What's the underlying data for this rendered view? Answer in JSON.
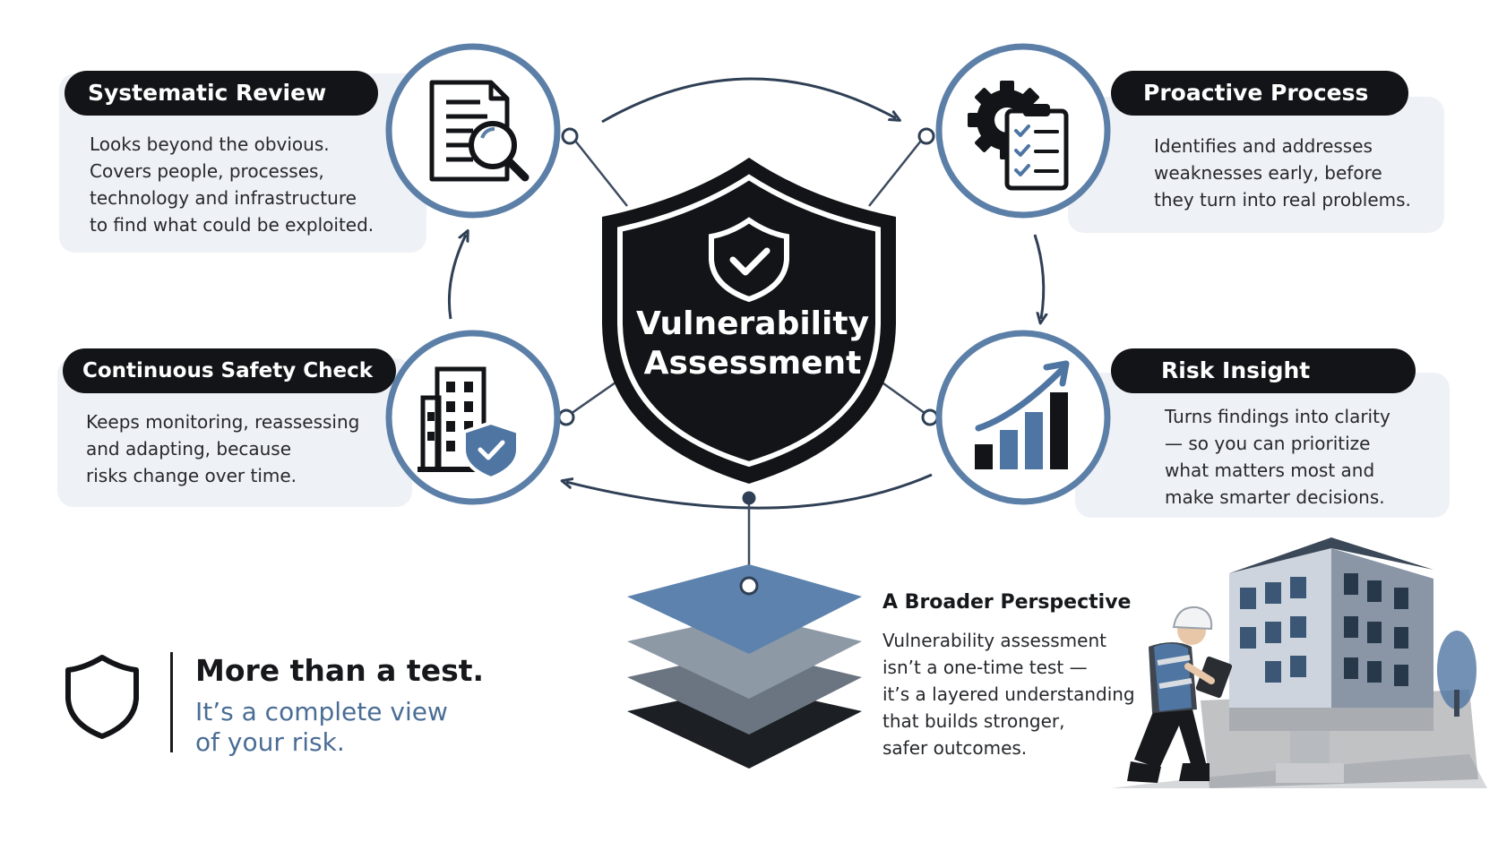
{
  "colors": {
    "dark": "#121417",
    "accent_blue": "#4f76a3",
    "card_bg": "#eef1f5",
    "light_gray_layer": "#8e99a6",
    "mid_gray_layer": "#6b7581",
    "ring_blue": "#5c7fa8"
  },
  "center": {
    "title_line1": "Vulnerability",
    "title_line2": "Assessment",
    "icon": "shield-check-icon"
  },
  "nodes": {
    "systematic_review": {
      "title": "Systematic Review",
      "icon": "document-search-icon",
      "lines": [
        "Looks beyond the obvious.",
        "Covers people, processes,",
        "technology and infrastructure",
        "to find what could be exploited."
      ]
    },
    "proactive_process": {
      "title": "Proactive Process",
      "icon": "gear-clipboard-icon",
      "lines": [
        "Identifies and addresses",
        "weaknesses early, before",
        "they turn into real problems."
      ]
    },
    "continuous_safety_check": {
      "title": "Continuous Safety Check",
      "icon": "building-shield-icon",
      "lines": [
        "Keeps monitoring, reassessing",
        "and adapting, because",
        "risks change over time."
      ]
    },
    "risk_insight": {
      "title": "Risk Insight",
      "icon": "growth-chart-icon",
      "lines": [
        "Turns findings into clarity",
        "— so you can prioritize",
        "what matters most and",
        "make smarter decisions."
      ]
    }
  },
  "broader_perspective": {
    "title": "A Broader Perspective",
    "lines": [
      "Vulnerability assessment",
      "isn’t a one-time test —",
      "it’s a layered understanding",
      "that builds stronger,",
      "safer outcomes."
    ],
    "icon": "layer-stack-icon"
  },
  "tagline": {
    "icon": "shield-outline-icon",
    "title": "More than a test.",
    "sub_line1": "It’s a complete view",
    "sub_line2": "of your risk."
  },
  "illustration": {
    "icon": "inspector-building-illustration"
  }
}
